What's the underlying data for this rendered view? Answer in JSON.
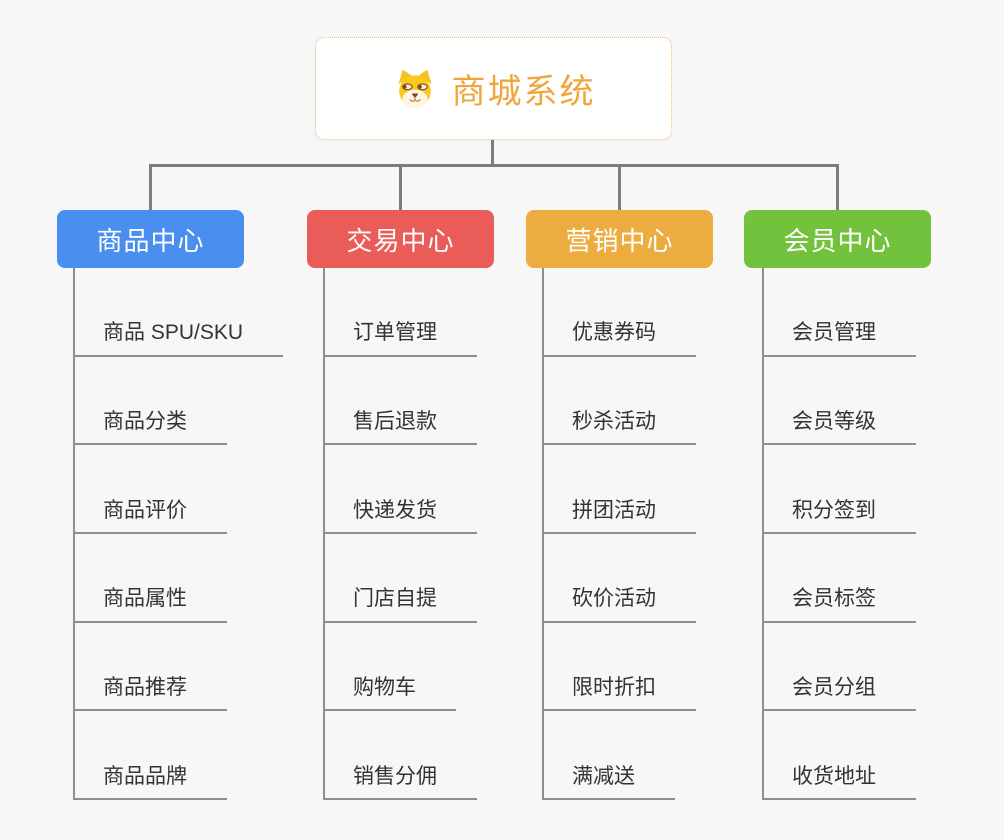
{
  "page": {
    "background": "#f7f7f7"
  },
  "root": {
    "title": "商城系统",
    "icon": "dog-face-icon",
    "text_color": "#f0a63c",
    "border_color": "#f3b866"
  },
  "connector_color": "#7d7d7d",
  "leaf_line_color": "#8f8f8f",
  "leaf_text_color": "#333333",
  "branches": [
    {
      "label": "商品中心",
      "color": "#4a8ff0",
      "children": [
        "商品 SPU/SKU",
        "商品分类",
        "商品评价",
        "商品属性",
        "商品推荐",
        "商品品牌"
      ]
    },
    {
      "label": "交易中心",
      "color": "#e95c58",
      "children": [
        "订单管理",
        "售后退款",
        "快递发货",
        "门店自提",
        "购物车",
        "销售分佣"
      ]
    },
    {
      "label": "营销中心",
      "color": "#ecac3f",
      "children": [
        "优惠券码",
        "秒杀活动",
        "拼团活动",
        "砍价活动",
        "限时折扣",
        "满减送"
      ]
    },
    {
      "label": "会员中心",
      "color": "#73c23e",
      "children": [
        "会员管理",
        "会员等级",
        "积分签到",
        "会员标签",
        "会员分组",
        "收货地址"
      ]
    }
  ]
}
